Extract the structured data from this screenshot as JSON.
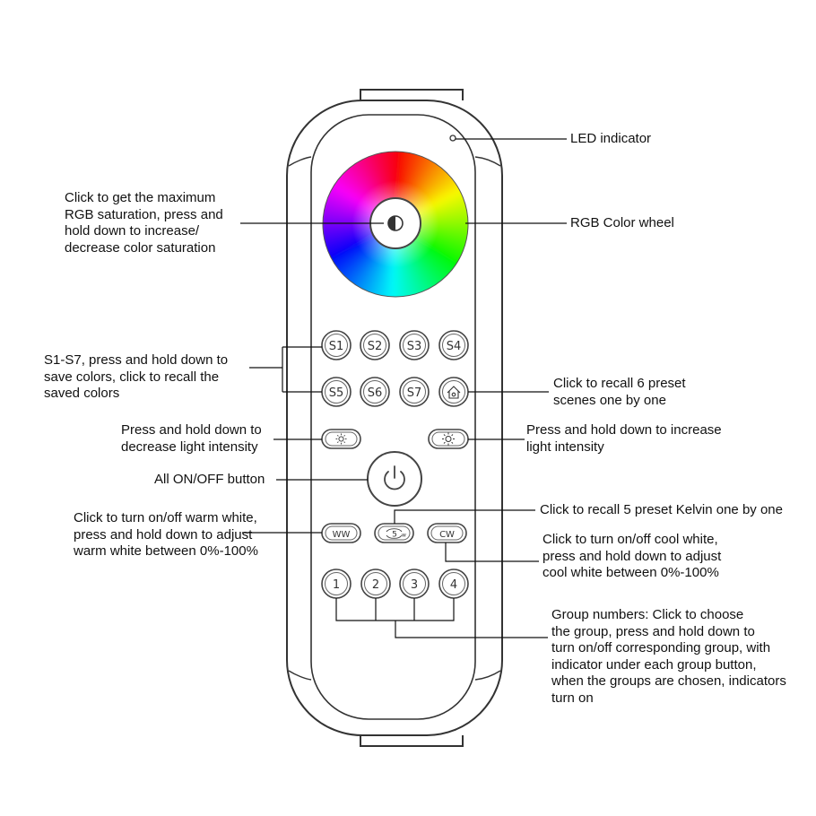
{
  "labels": {
    "led_indicator": "LED indicator",
    "saturation": [
      "Click to get the maximum",
      "RGB saturation, press and",
      "hold down to increase/",
      "decrease color saturation"
    ],
    "color_wheel": "RGB Color wheel",
    "scene_buttons": [
      "S1-S7, press and hold down to",
      "save colors, click to recall the",
      "saved colors"
    ],
    "preset_scenes": [
      "Click to recall 6 preset",
      "scenes one by one"
    ],
    "decrease_intensity": [
      "Press and hold down to",
      "decrease light intensity"
    ],
    "increase_intensity": [
      "Press and hold down to increase",
      "light intensity"
    ],
    "power": "All ON/OFF button",
    "kelvin": "Click to recall 5 preset Kelvin one by one",
    "warm_white": [
      "Click to turn on/off warm white,",
      "press and hold down to adjust",
      "warm white between 0%-100%"
    ],
    "cool_white": [
      "Click to turn on/off cool white,",
      "press and hold down to adjust",
      "cool white between 0%-100%"
    ],
    "groups": [
      "Group numbers: Click to choose",
      "the group, press and hold down to",
      "turn on/off corresponding group, with",
      "indicator under each group button,",
      "when the groups are chosen, indicators",
      "turn on"
    ]
  },
  "buttons": {
    "scenes_row1": [
      "S1",
      "S2",
      "S3",
      "S4"
    ],
    "scenes_row2": [
      "S5",
      "S6",
      "S7"
    ],
    "warm_white": "WW",
    "cool_white": "CW",
    "kelvin": "5",
    "kelvin_small": "w",
    "groups": [
      "1",
      "2",
      "3",
      "4"
    ]
  },
  "icons": {
    "saturation": "half-circle-icon",
    "home": "home-icon",
    "brightness": "sun-icon",
    "power": "power-icon"
  },
  "colors": {
    "outline": "#333333",
    "leader": "#111111"
  }
}
